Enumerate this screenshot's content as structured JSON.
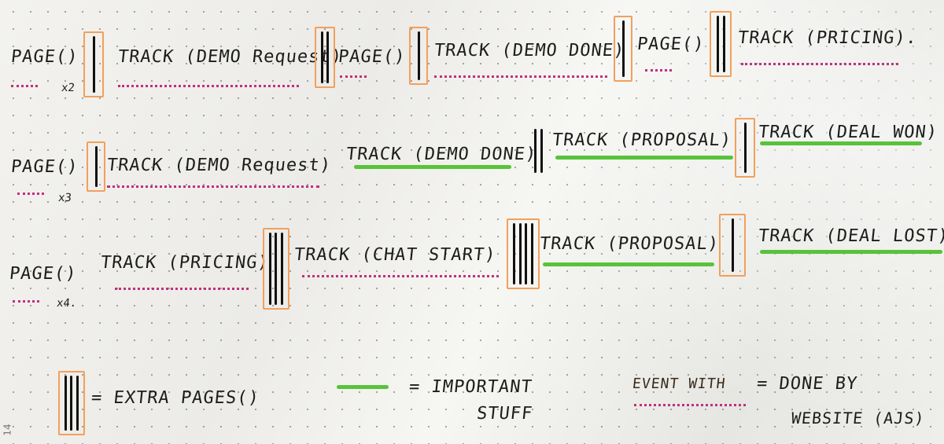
{
  "row1": {
    "page_a": "PAGE()",
    "mult_a": "x2",
    "track_demo_request": "TRACK (DEMO Request)",
    "page_b": "PAGE()",
    "track_demo_done": "TRACK (DEMO DONE)",
    "page_c": "PAGE()",
    "track_pricing": "TRACK (PRICING)."
  },
  "row2": {
    "page": "PAGE()",
    "mult": "x3",
    "track_demo_request": "TRACK (DEMO Request)",
    "track_demo_done": "TRACK (DEMO DONE)",
    "track_proposal": "TRACK (PROPOSAL)",
    "track_deal_won": "TRACK (DEAL WON)"
  },
  "row3": {
    "page": "PAGE()",
    "mult": "x4.",
    "track_pricing": "TRACK (PRICING)",
    "track_chat_start": "TRACK (CHAT START)",
    "track_proposal": "TRACK (PROPOSAL)",
    "track_deal_lost": "TRACK (DEAL LOST)"
  },
  "legend": {
    "extra_pages": "= EXTRA PAGES()",
    "important_1": "= IMPORTANT",
    "important_2": "STUFF",
    "event_with": "EVENT WITH",
    "done_by_1": "= DONE BY",
    "done_by_2": "WEBSITE (AJS)"
  },
  "page_number": "14",
  "colors": {
    "pink_underline": "#c0307e",
    "green_underline": "#58c33a",
    "orange_box": "#f2a05c",
    "ink": "#1c1c1c"
  }
}
